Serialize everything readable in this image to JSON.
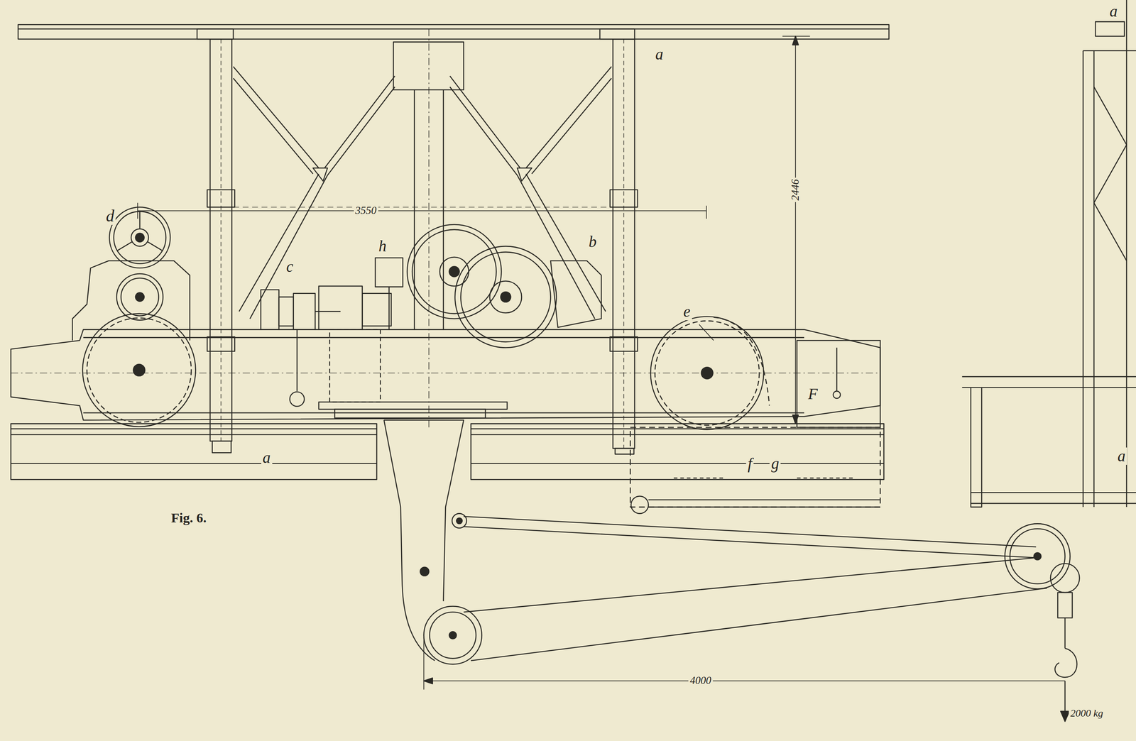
{
  "diagram": {
    "caption": "Fig. 6.",
    "labels": [
      "a",
      "a",
      "a",
      "a",
      "d",
      "c",
      "h",
      "b",
      "e",
      "F",
      "f",
      "g",
      "3550",
      "2446",
      "4000",
      "2000 kg"
    ]
  }
}
